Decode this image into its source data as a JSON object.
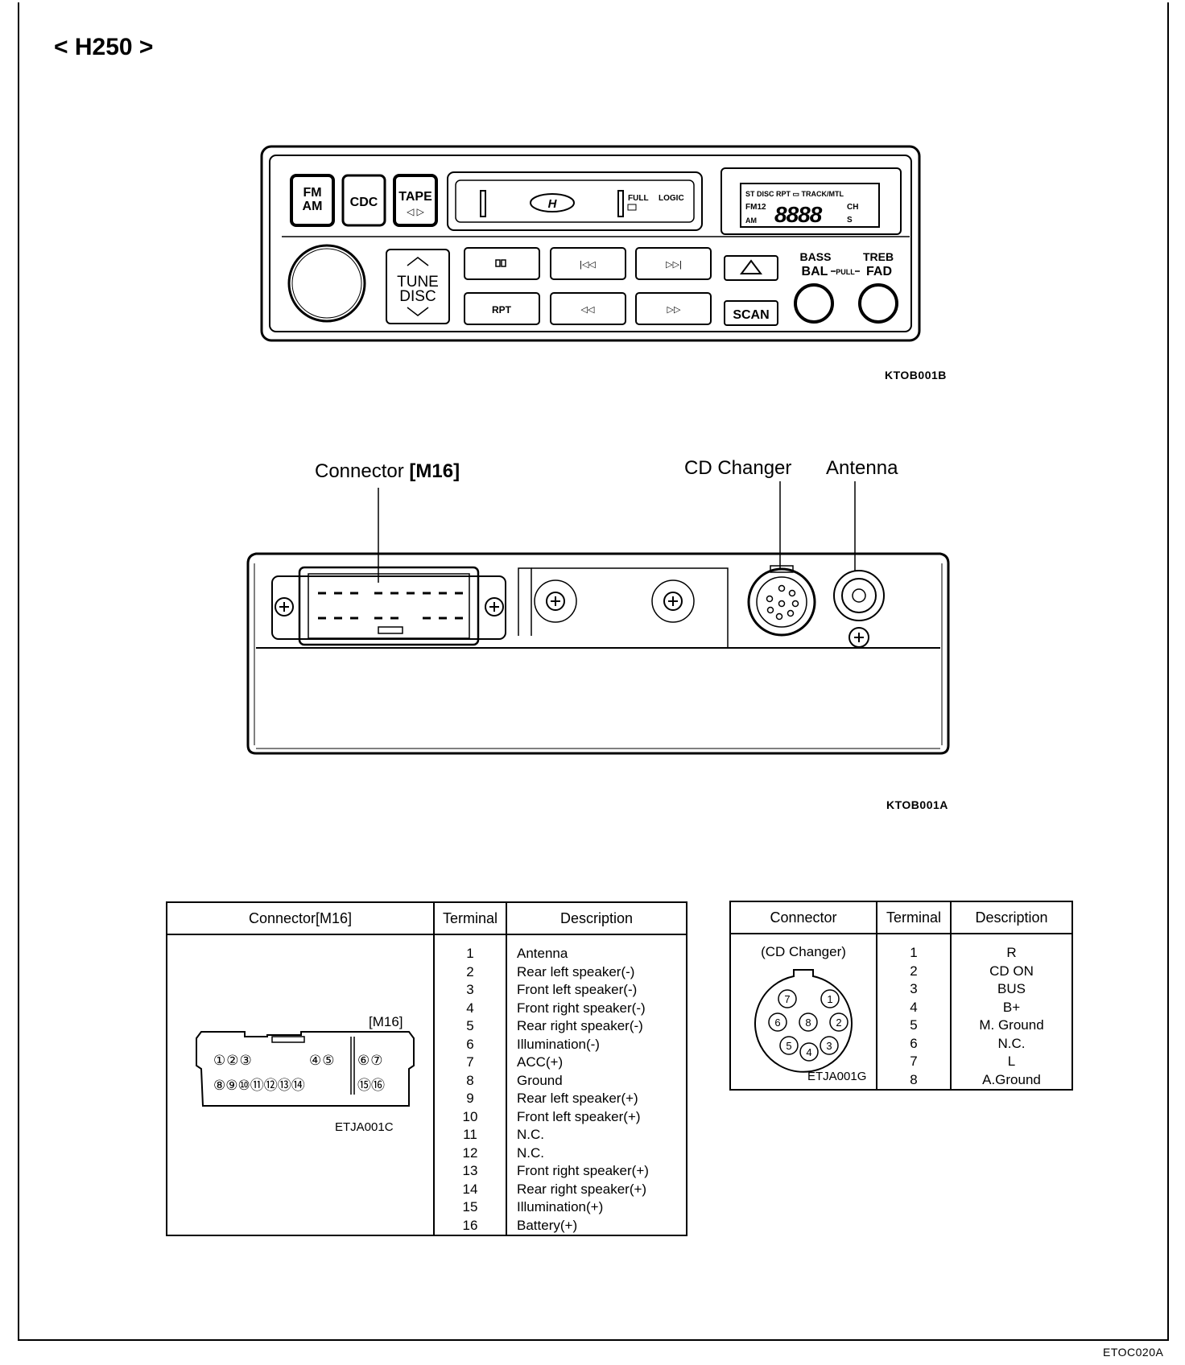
{
  "header": {
    "model": "< H250 >"
  },
  "front_panel": {
    "buttons": {
      "fm_am": [
        "FM",
        "AM"
      ],
      "cdc": "CDC",
      "tape": "TAPE",
      "tape_arrows": "◁ ▷",
      "tune_disc": [
        "TUNE",
        "DISC"
      ],
      "rpt": "RPT",
      "scan": "SCAN",
      "eject": "△"
    },
    "tape_window": {
      "full": "FULL",
      "logic": "LOGIC"
    },
    "display": {
      "top_row": "ST  DISC  RPT  ▭  TRACK/MTL",
      "fm12": "FM12",
      "am": "AM",
      "digits": "8888",
      "ch": "CH",
      "s": "S"
    },
    "knob_labels": {
      "bass": "BASS",
      "treb": "TREB",
      "bal": "BAL",
      "pull": "PULL",
      "fad": "FAD"
    },
    "figure_code": "KTOB001B"
  },
  "rear_panel": {
    "labels": {
      "connector": "Connector ",
      "connector_id": "[M16]",
      "cd_changer": "CD Changer",
      "antenna": "Antenna"
    },
    "figure_code": "KTOB001A"
  },
  "m16_table": {
    "headers": {
      "connector": "Connector[M16]",
      "terminal": "Terminal",
      "description": "Description"
    },
    "connector_label": "[M16]",
    "pins_row1": [
      "①②③",
      "④⑤",
      "⑥⑦"
    ],
    "pins_row2": [
      "⑧⑨⑩⑪⑫⑬⑭",
      "⑮⑯"
    ],
    "figure_code": "ETJA001C",
    "terminals": [
      "1",
      "2",
      "3",
      "4",
      "5",
      "6",
      "7",
      "8",
      "9",
      "10",
      "11",
      "12",
      "13",
      "14",
      "15",
      "16"
    ],
    "descriptions": [
      "Antenna",
      "Rear left speaker(-)",
      "Front left speaker(-)",
      "Front right speaker(-)",
      "Rear right speaker(-)",
      "Illumination(-)",
      "ACC(+)",
      "Ground",
      "Rear left speaker(+)",
      "Front left speaker(+)",
      "N.C.",
      "N.C.",
      "Front right speaker(+)",
      "Rear right speaker(+)",
      "Illumination(+)",
      "Battery(+)"
    ]
  },
  "cd_table": {
    "headers": {
      "connector": "Connector",
      "terminal": "Terminal",
      "description": "Description"
    },
    "connector_label": "(CD Changer)",
    "pins": [
      "1",
      "2",
      "3",
      "4",
      "5",
      "6",
      "7",
      "8"
    ],
    "figure_code": "ETJA001G",
    "terminals": [
      "1",
      "2",
      "3",
      "4",
      "5",
      "6",
      "7",
      "8"
    ],
    "descriptions": [
      "R",
      "CD ON",
      "BUS",
      "B+",
      "M. Ground",
      "N.C.",
      "L",
      "A.Ground"
    ]
  },
  "footer": {
    "page_code": "ETOC020A"
  }
}
